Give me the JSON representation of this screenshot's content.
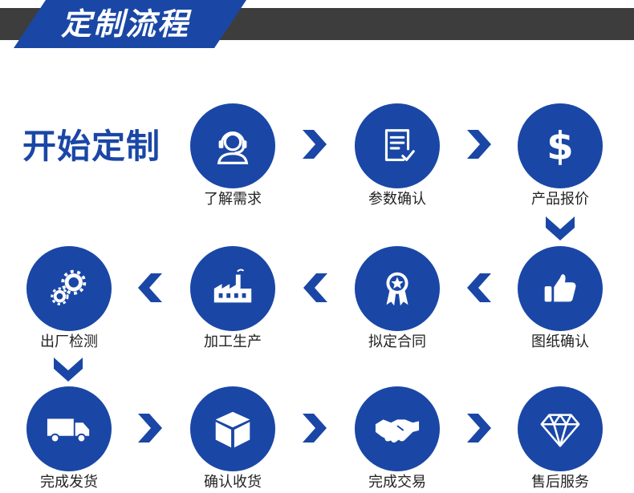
{
  "header": {
    "title": "定制流程"
  },
  "start_label": "开始定制",
  "steps": [
    {
      "label": "了解需求",
      "icon": "customer-service-icon"
    },
    {
      "label": "参数确认",
      "icon": "document-check-icon"
    },
    {
      "label": "产品报价",
      "icon": "dollar-icon"
    },
    {
      "label": "图纸确认",
      "icon": "thumbs-up-icon"
    },
    {
      "label": "拟定合同",
      "icon": "award-badge-icon"
    },
    {
      "label": "加工生产",
      "icon": "factory-icon"
    },
    {
      "label": "出厂检测",
      "icon": "gears-icon"
    },
    {
      "label": "完成发货",
      "icon": "delivery-truck-icon"
    },
    {
      "label": "确认收货",
      "icon": "package-box-icon"
    },
    {
      "label": "完成交易",
      "icon": "handshake-icon"
    },
    {
      "label": "售后服务",
      "icon": "diamond-icon"
    }
  ],
  "colors": {
    "accent": "#1a47a6",
    "header_bar": "#3d3d3d",
    "text": "#222222"
  }
}
